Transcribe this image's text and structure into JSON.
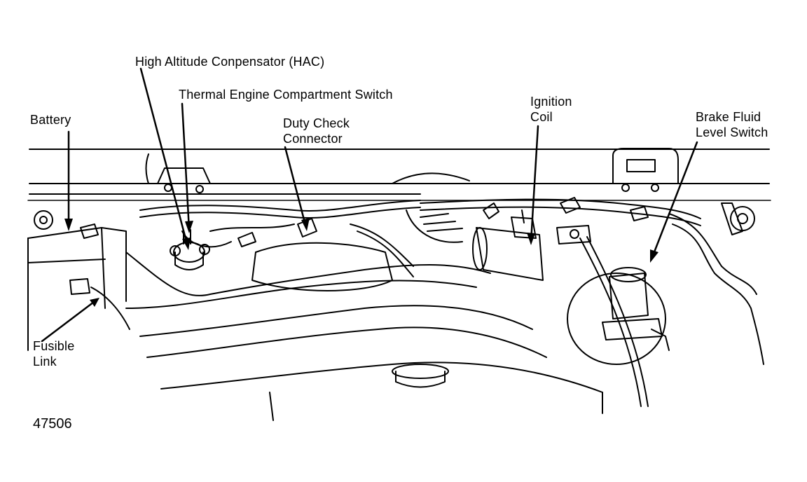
{
  "labels": {
    "hac": "High Altitude Conpensator (HAC)",
    "thermal_switch": "Thermal Engine Compartment Switch",
    "duty_check": {
      "line1": "Duty Check",
      "line2": "Connector"
    },
    "ignition_coil": {
      "line1": "Ignition",
      "line2": "Coil"
    },
    "battery": "Battery",
    "brake_fluid": {
      "line1": "Brake Fluid",
      "line2": "Level Switch"
    },
    "fusible_link": {
      "line1": "Fusible",
      "line2": "Link"
    }
  },
  "figure_number": "47506",
  "colors": {
    "ink": "#000000",
    "paper": "#ffffff"
  }
}
